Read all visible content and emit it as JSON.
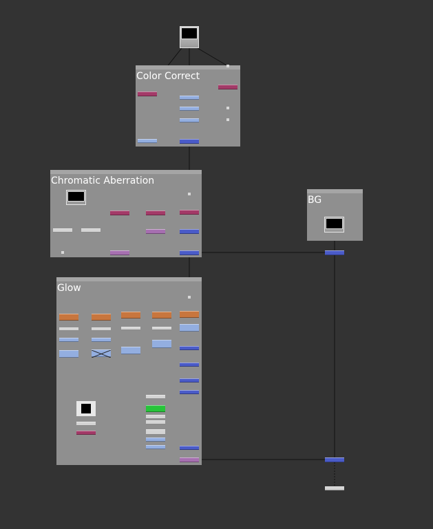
{
  "backdrops": [
    {
      "id": "color",
      "title": "Color Correct"
    },
    {
      "id": "chroma",
      "title": "Chromatic Aberration"
    },
    {
      "id": "bg",
      "title": "BG"
    },
    {
      "id": "glow",
      "title": "Glow"
    }
  ],
  "colors": {
    "canvas": "#333333",
    "backdrop": "#8f8f8f",
    "merge": "#4a5bc8",
    "grade": "#93aee0",
    "channel": "#a33a68",
    "mix": "#a66fb0",
    "blur": "#c8763e",
    "constant": "#27c43a",
    "transform": "#d4d4d4",
    "wire": "#111111"
  }
}
